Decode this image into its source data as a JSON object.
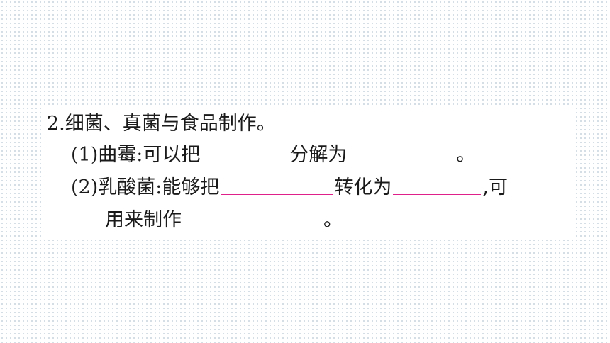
{
  "question": {
    "number": "2.",
    "title": "细菌、真菌与食品制作。",
    "part1": {
      "label": "(1)",
      "subject": "曲霉:可以把",
      "middle": "分解为",
      "end": "。"
    },
    "part2": {
      "label": "(2)",
      "subject": "乳酸菌:能够把",
      "middle": "转化为",
      "end": ",可",
      "cont_start": "用来制作",
      "cont_end": "。"
    }
  },
  "colors": {
    "blank_line": "#e0208a",
    "dot_pattern": "#c9d6dd"
  }
}
